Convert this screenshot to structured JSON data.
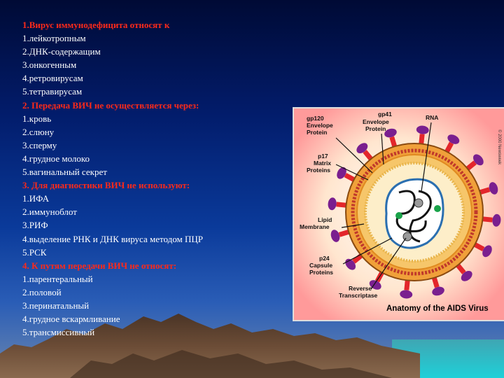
{
  "questions": [
    {
      "title": "1.Вирус иммунодефицита относят к",
      "options": [
        "1.лейкотропным",
        "2.ДНК-содержащим",
        "3.онкогенным",
        "4.ретровирусам",
        "5.тетравирусам"
      ]
    },
    {
      "title": "2. Передача ВИЧ не осуществляется через:",
      "options": [
        "1.кровь",
        "2.слюну",
        "3.сперму",
        "4.грудное молоко",
        "5.вагинальный секрет"
      ]
    },
    {
      "title": "3. Для диагностики ВИЧ не используют:",
      "options": [
        "1.ИФА",
        "2.иммуноблот",
        "3.РИФ",
        "4.выделение РНК и ДНК вируса методом ПЦР",
        "5.РСК"
      ]
    },
    {
      "title": "4. К путям передачи ВИЧ не относят:",
      "options": [
        "1.парентеральный",
        "2.половой",
        "3.перинатальный",
        "4.грудное вскармливание",
        "5.трансмиссивный"
      ]
    }
  ],
  "figure": {
    "caption": "Anatomy of the AIDS Virus",
    "labels": {
      "gp120": "gp120",
      "envelope1": "Envelope",
      "protein1": "Protein",
      "gp41": "gp41",
      "envelope2": "Envelope",
      "protein2": "Protein",
      "rna": "RNA",
      "p17": "p17",
      "matrix": "Matrix",
      "proteins1": "Proteins",
      "lipid": "Lipid",
      "membrane": "Membrane",
      "p24": "p24",
      "capsule": "Capsule",
      "proteins2": "Proteins",
      "reverse": "Reverse",
      "transcriptase": "Transcriptase"
    },
    "copyright": "© 2000 Newsweek"
  },
  "colors": {
    "question": "#ff2a1a",
    "option": "#ffffff",
    "envelope": "#f2a33a",
    "spike": "#7a1f8f",
    "gp41": "#e3262b"
  }
}
